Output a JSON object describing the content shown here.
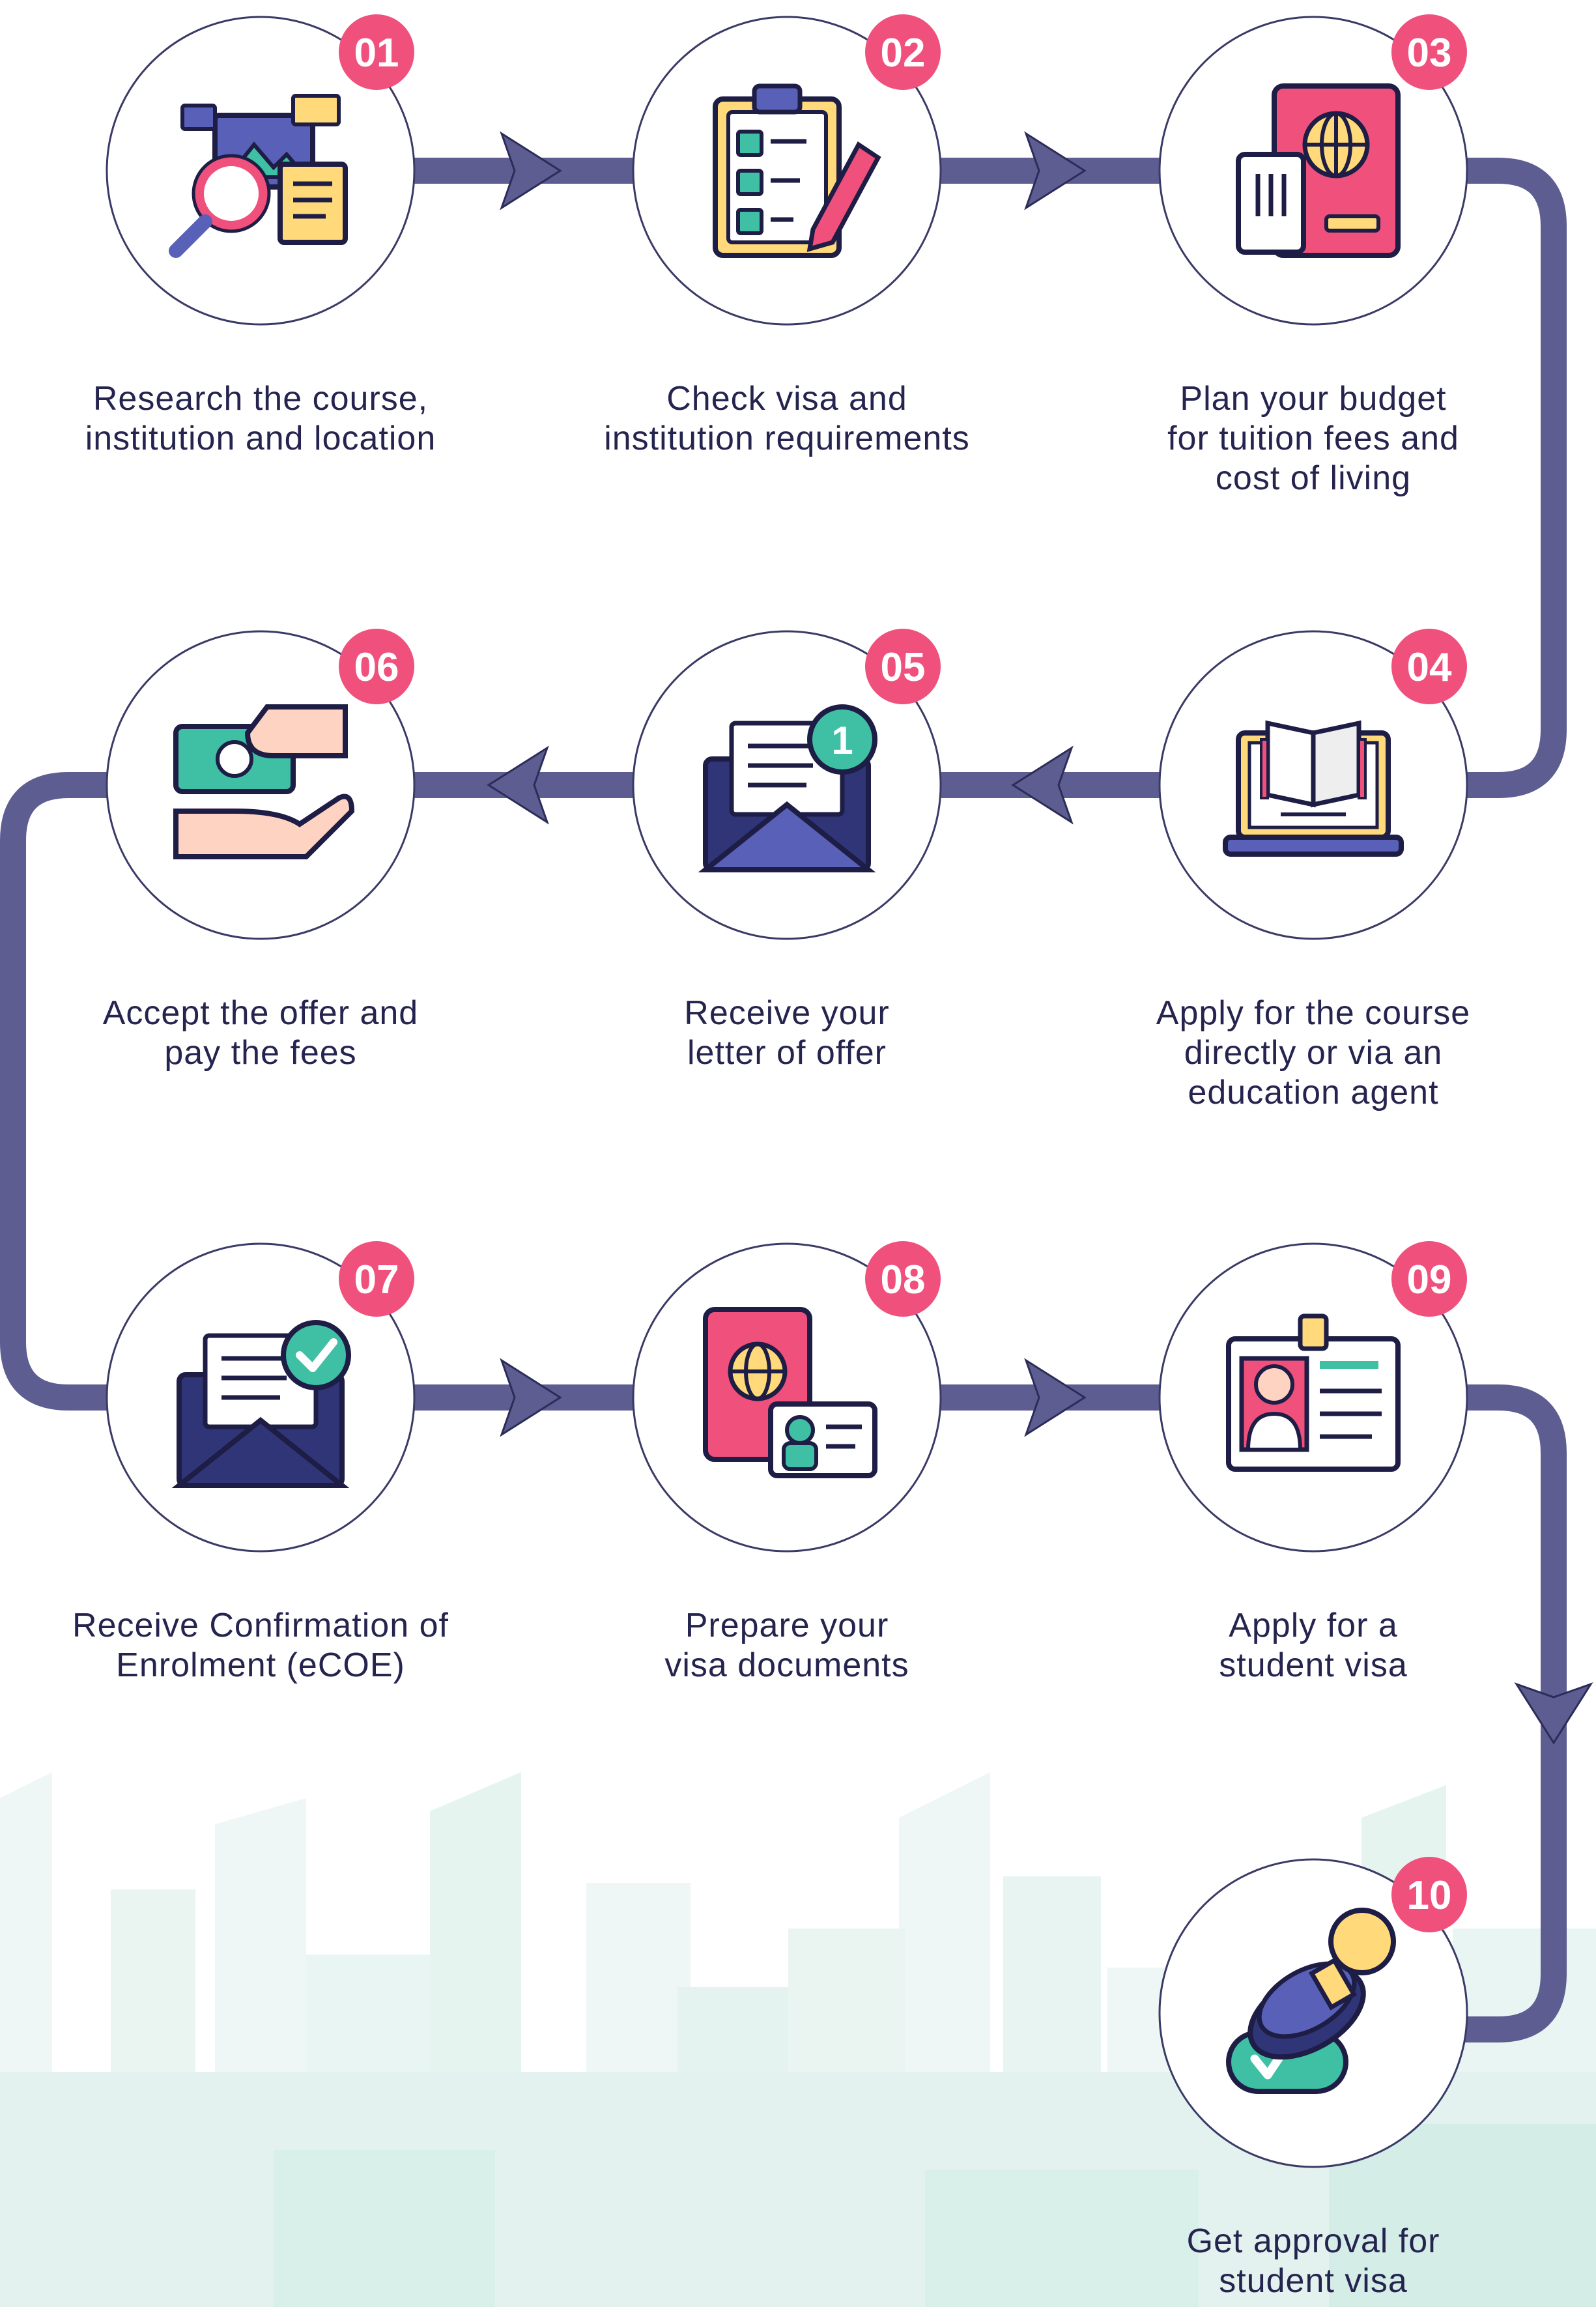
{
  "colors": {
    "path": "#5d5d92",
    "circle_stroke": "#3a3a66",
    "badge": "#f0507c",
    "text": "#24244f",
    "skyline": "#e6f4f1"
  },
  "steps": [
    {
      "number": "01",
      "icon": "research-magnifier-icon",
      "lines": [
        "Research the course,",
        "institution and location"
      ]
    },
    {
      "number": "02",
      "icon": "checklist-clipboard-icon",
      "lines": [
        "Check visa and",
        "institution requirements"
      ]
    },
    {
      "number": "03",
      "icon": "passport-budget-icon",
      "lines": [
        "Plan your budget",
        "for tuition fees and",
        "cost of living"
      ]
    },
    {
      "number": "04",
      "icon": "laptop-book-icon",
      "lines": [
        "Apply for the course",
        "directly or via an",
        "education agent"
      ]
    },
    {
      "number": "05",
      "icon": "envelope-letter-icon",
      "lines": [
        "Receive your",
        "letter of offer"
      ]
    },
    {
      "number": "06",
      "icon": "money-hand-icon",
      "lines": [
        "Accept the offer and",
        "pay the fees"
      ]
    },
    {
      "number": "07",
      "icon": "envelope-check-icon",
      "lines": [
        "Receive Confirmation of",
        "Enrolment (eCOE)"
      ]
    },
    {
      "number": "08",
      "icon": "passport-id-card-icon",
      "lines": [
        "Prepare your",
        "visa documents"
      ]
    },
    {
      "number": "09",
      "icon": "id-badge-icon",
      "lines": [
        "Apply for a",
        "student visa"
      ]
    },
    {
      "number": "10",
      "icon": "approval-stamp-icon",
      "lines": [
        "Get approval for",
        "student visa"
      ]
    }
  ]
}
